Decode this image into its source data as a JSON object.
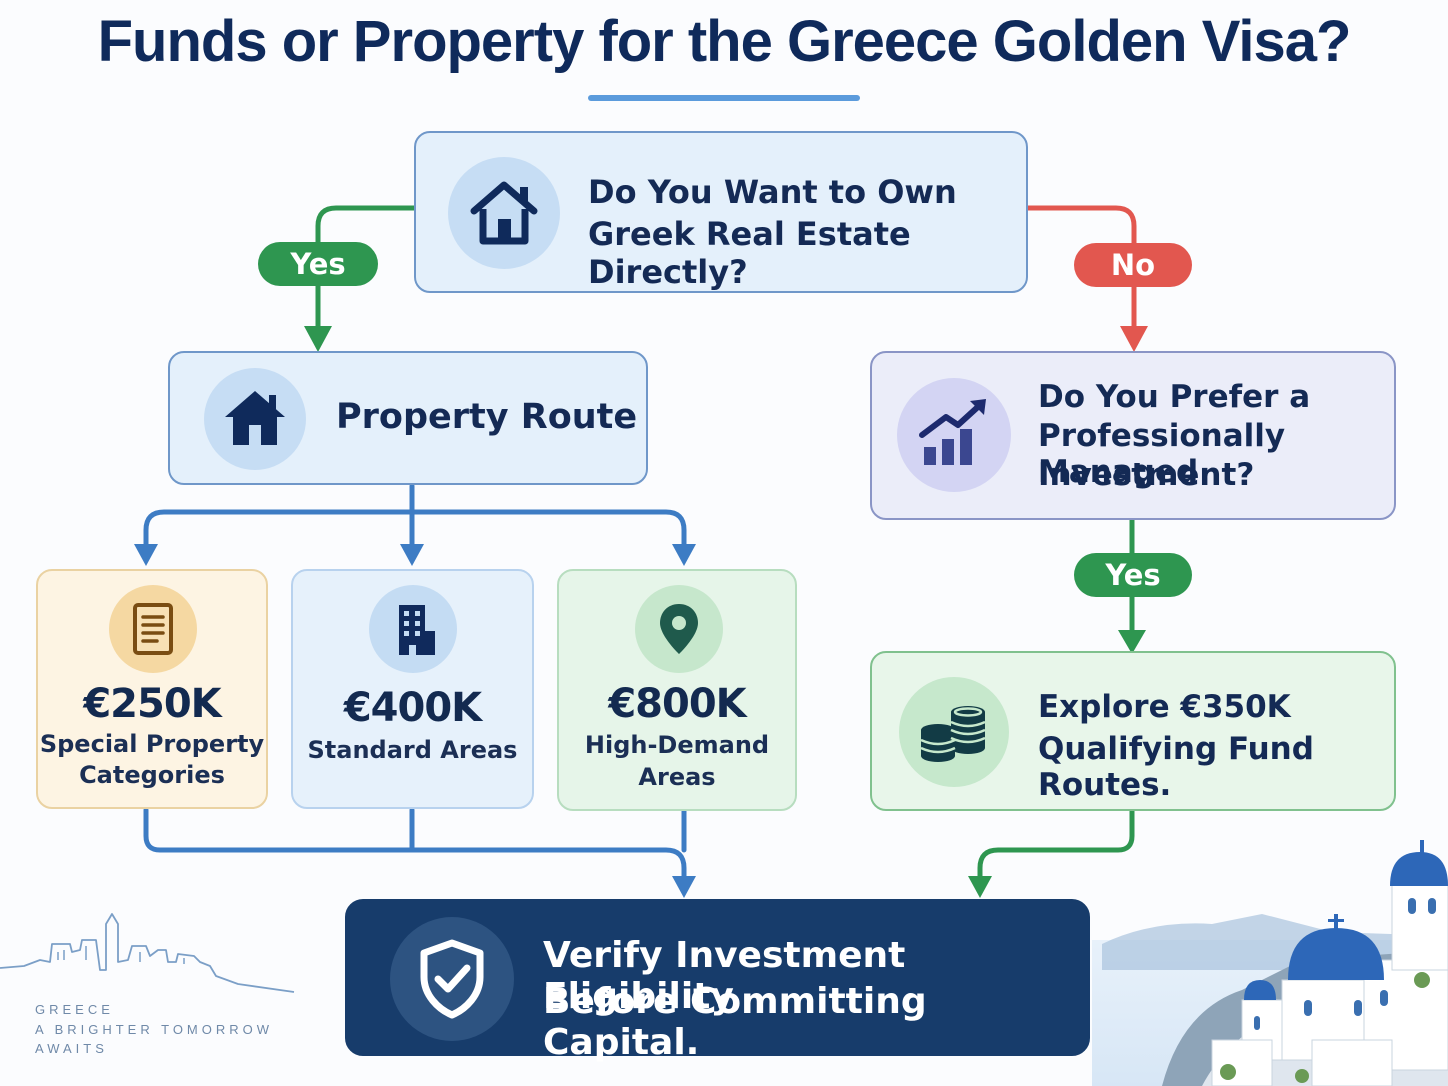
{
  "title": "Funds or Property for the Greece Golden Visa?",
  "question1": {
    "line1": "Do You Want to Own",
    "line2": "Greek Real Estate Directly?",
    "icon": "house-icon"
  },
  "yes_label": "Yes",
  "no_label": "No",
  "property_route": {
    "label": "Property Route",
    "icon": "house-filled-icon"
  },
  "question2": {
    "line1": "Do You Prefer a",
    "line2": "Professionally Managed",
    "line3": "Investment?",
    "icon": "growth-chart-icon"
  },
  "yes2_label": "Yes",
  "tiers": [
    {
      "price": "€250K",
      "line1": "Special Property",
      "line2": "Categories",
      "icon": "document-icon"
    },
    {
      "price": "€400K",
      "line1": "Standard Areas",
      "line2": "",
      "icon": "building-icon"
    },
    {
      "price": "€800K",
      "line1": "High-Demand",
      "line2": "Areas",
      "icon": "location-pin-icon"
    }
  ],
  "fund_route": {
    "line1": "Explore €350K",
    "line2": "Qualifying Fund Routes.",
    "icon": "coins-icon"
  },
  "final": {
    "line1": "Verify Investment Eligibility",
    "line2": "Before Committing Capital.",
    "icon": "shield-check-icon"
  },
  "brand": {
    "line1": "GREECE",
    "line2": "A BRIGHTER TOMORROW",
    "line3": "AWAITS"
  },
  "colors": {
    "navy": "#0f2a5b",
    "yes_green": "#2e9650",
    "no_red": "#e2574f",
    "connector_blue": "#3d7cc4",
    "final_box": "#173c6b"
  }
}
